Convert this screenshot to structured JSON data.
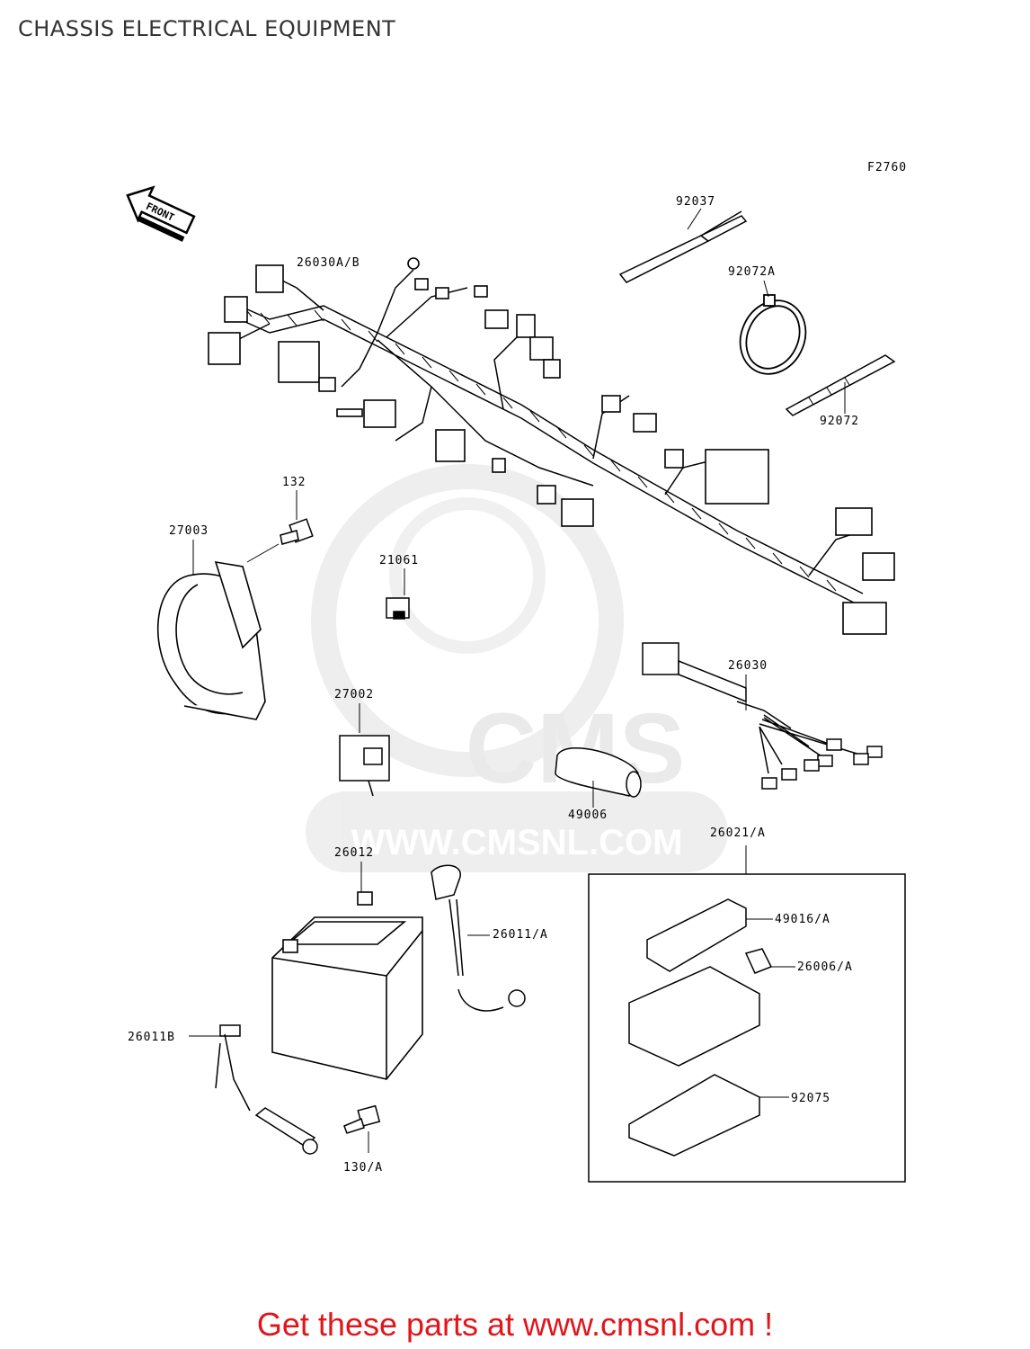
{
  "page": {
    "title": "CHASSIS ELECTRICAL EQUIPMENT",
    "figure_code": "F2760",
    "front_label": "FRONT",
    "footer": "Get these parts at www.cmsnl.com !"
  },
  "watermark": {
    "brand": "CMS",
    "url": "WWW.CMSNL.COM"
  },
  "part_labels": {
    "p92037": "92037",
    "p92072A": "92072A",
    "p92072": "92072",
    "p26030AB": "26030A/B",
    "p132": "132",
    "p27003": "27003",
    "p21061": "21061",
    "p26030": "26030",
    "p27002": "27002",
    "p49006": "49006",
    "p26021A": "26021/A",
    "p26012": "26012",
    "p26011A": "26011/A",
    "p49016A": "49016/A",
    "p26006A": "26006/A",
    "p26011B": "26011B",
    "p92075": "92075",
    "p130A": "130/A"
  }
}
